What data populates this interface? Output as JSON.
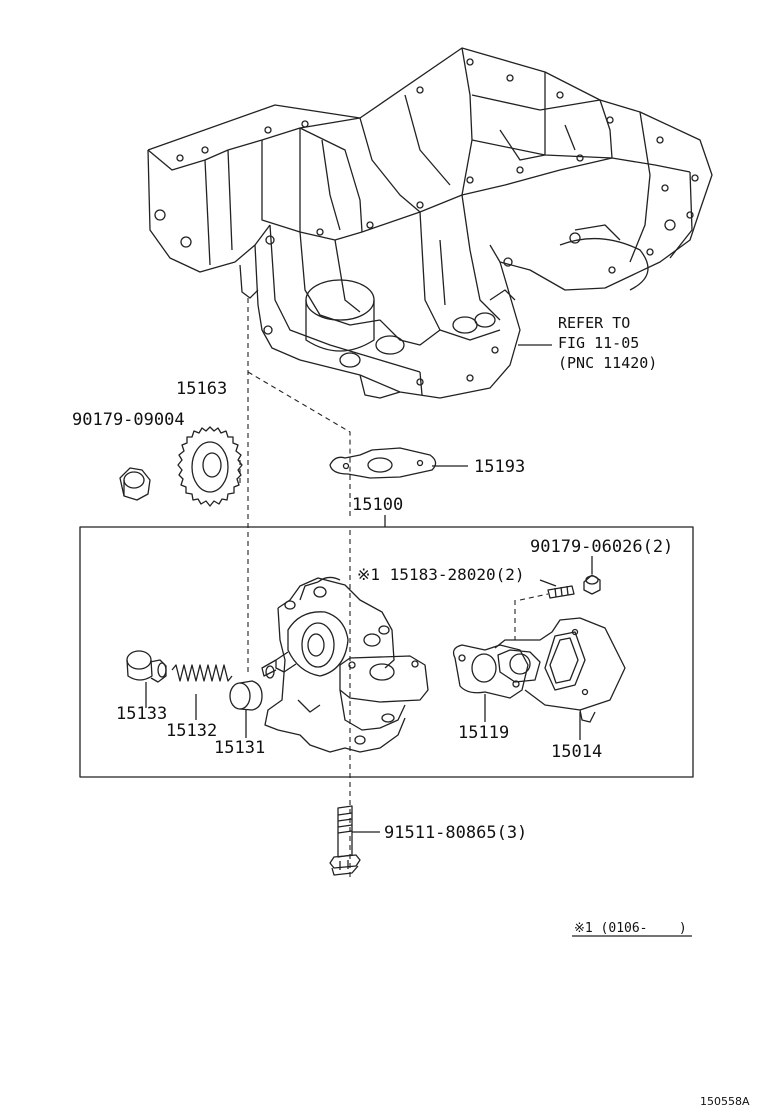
{
  "labels": {
    "p15163": "15163",
    "p90179_09004": "90179-09004",
    "p15193": "15193",
    "p15100": "15100",
    "p90179_06026": "90179-06026(2)",
    "p15183": "※1 15183-28020(2)",
    "p15133": "15133",
    "p15132": "15132",
    "p15131": "15131",
    "p15119": "15119",
    "p15014": "15014",
    "p91511": "91511-80865(3)",
    "refer1": "REFER TO",
    "refer2": "FIG 11-05",
    "refer3": "(PNC 11420)",
    "note": "※1 (0106-    )",
    "figure_id": "150558A"
  },
  "colors": {
    "line": "#222222",
    "background": "#ffffff"
  }
}
